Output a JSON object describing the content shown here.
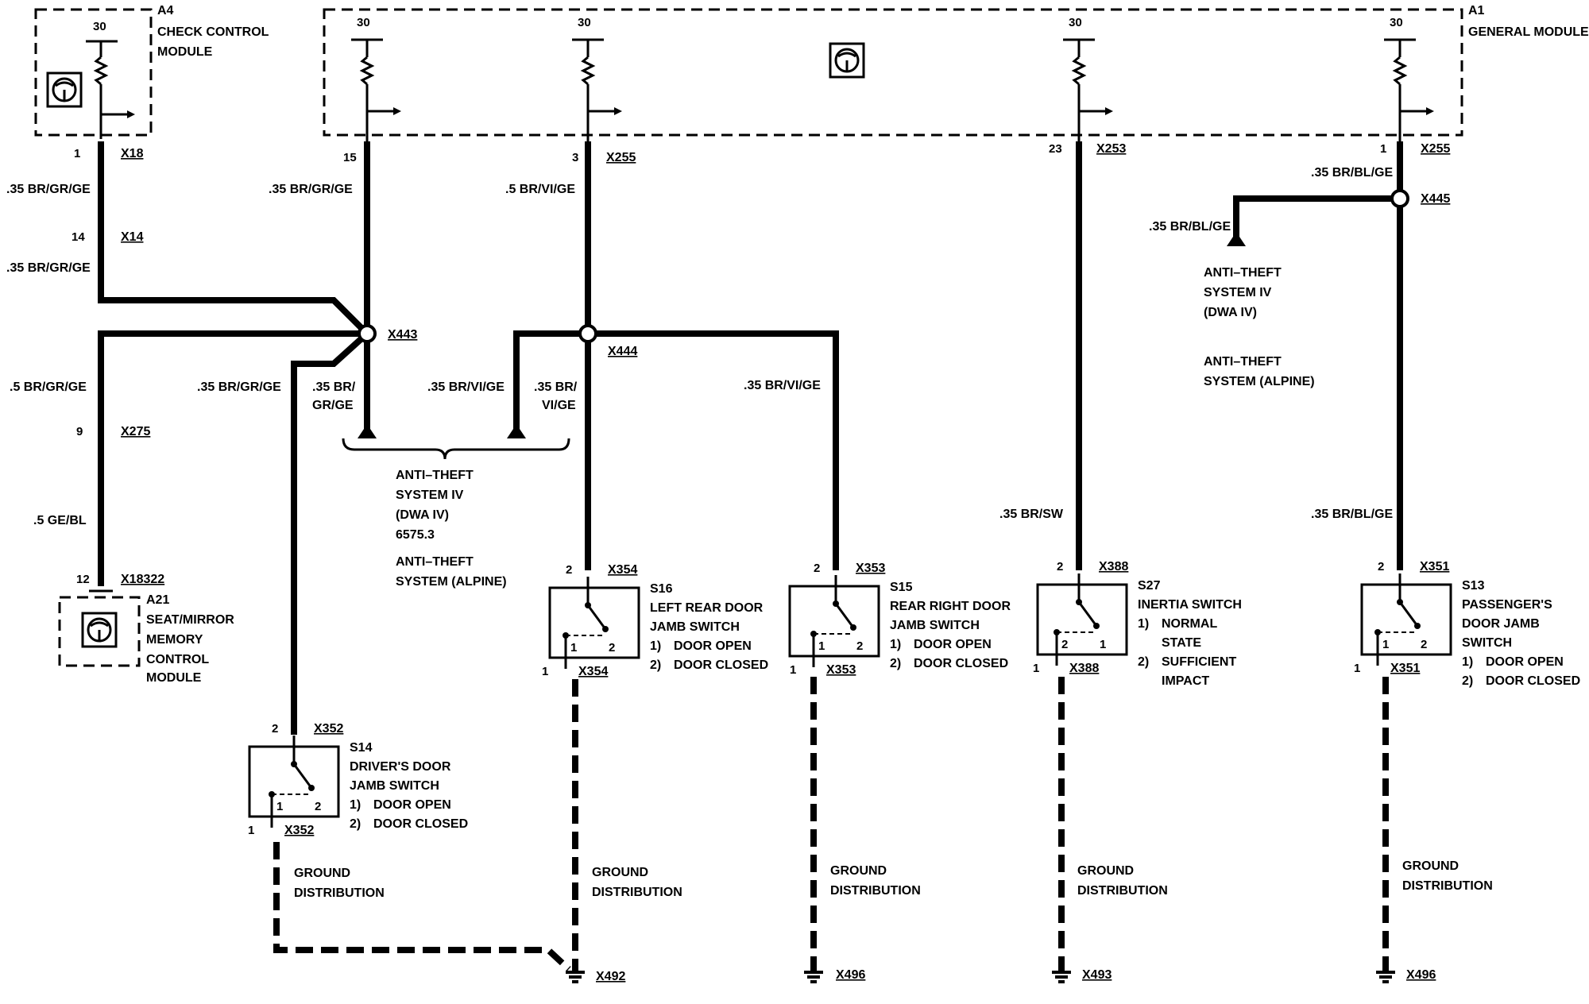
{
  "modules": {
    "a4": {
      "id": "A4",
      "name1": "CHECK CONTROL",
      "name2": "MODULE",
      "term": "30",
      "pin": "1",
      "conn": "X18"
    },
    "a1": {
      "id": "A1",
      "name": "GENERAL MODULE",
      "term": "30",
      "pins": [
        {
          "pin": "15",
          "conn": ""
        },
        {
          "pin": "3",
          "conn": "X255"
        },
        {
          "pin": "23",
          "conn": "X253"
        },
        {
          "pin": "1",
          "conn": "X255"
        }
      ]
    },
    "a21": {
      "id": "A21",
      "name1": "SEAT/MIRROR",
      "name2": "MEMORY",
      "name3": "CONTROL",
      "name4": "MODULE",
      "pin": "12",
      "conn": "X18322"
    }
  },
  "wires": {
    "w_a4_1": ".35 BR/GR/GE",
    "w_a4_2": ".35 BR/GR/GE",
    "w_a21_1": ".5 BR/GR/GE",
    "w_a21_2": ".5 GE/BL",
    "w_15": ".35 BR/GR/GE",
    "w_s14": ".35 BR/GR/GE",
    "w_tri1a": ".35 BR/",
    "w_tri1b": "GR/GE",
    "w_3": ".5 BR/VI/GE",
    "w_tri2": ".35 BR/VI/GE",
    "w_s16a": ".35 BR/",
    "w_s16b": "VI/GE",
    "w_s15": ".35 BR/VI/GE",
    "w_s27": ".35 BR/SW",
    "w_1a": ".35 BR/BL/GE",
    "w_1b": ".35 BR/BL/GE",
    "w_s13": ".35 BR/BL/GE"
  },
  "connectors": {
    "x14": {
      "pin": "14",
      "label": "X14"
    },
    "x275": {
      "pin": "9",
      "label": "X275"
    },
    "x443": "X443",
    "x444": "X444",
    "x445": "X445"
  },
  "notes": {
    "antitheft_left": [
      "ANTI–THEFT",
      "SYSTEM IV",
      "(DWA IV)",
      "6575.3",
      "ANTI–THEFT",
      "SYSTEM (ALPINE)"
    ],
    "antitheft_right": [
      "ANTI–THEFT",
      "SYSTEM IV",
      "(DWA IV)",
      "ANTI–THEFT",
      "SYSTEM (ALPINE)"
    ]
  },
  "switches": {
    "s14": {
      "id": "S14",
      "l1": "DRIVER'S DOOR",
      "l2": "JAMB SWITCH",
      "o1n": "1)",
      "o1": "DOOR OPEN",
      "o2n": "2)",
      "o2": "DOOR CLOSED",
      "pin_top": "2",
      "pin_bot": "1",
      "conn": "X352",
      "c1": "1",
      "c2": "2"
    },
    "s16": {
      "id": "S16",
      "l1": "LEFT REAR DOOR",
      "l2": "JAMB SWITCH",
      "o1n": "1)",
      "o1": "DOOR OPEN",
      "o2n": "2)",
      "o2": "DOOR CLOSED",
      "pin_top": "2",
      "pin_bot": "1",
      "conn": "X354",
      "c1": "1",
      "c2": "2"
    },
    "s15": {
      "id": "S15",
      "l1": "REAR RIGHT DOOR",
      "l2": "JAMB SWITCH",
      "o1n": "1)",
      "o1": "DOOR OPEN",
      "o2n": "2)",
      "o2": "DOOR CLOSED",
      "pin_top": "2",
      "pin_bot": "1",
      "conn": "X353",
      "c1": "1",
      "c2": "2"
    },
    "s27": {
      "id": "S27",
      "l1": "INERTIA SWITCH",
      "o1n": "1)",
      "o1a": "NORMAL",
      "o1b": "STATE",
      "o2n": "2)",
      "o2a": "SUFFICIENT",
      "o2b": "IMPACT",
      "pin_top": "2",
      "pin_bot": "1",
      "conn": "X388",
      "c1": "2",
      "c2": "1"
    },
    "s13": {
      "id": "S13",
      "l1": "PASSENGER'S",
      "l2": "DOOR JAMB",
      "l3": "SWITCH",
      "o1n": "1)",
      "o1": "DOOR OPEN",
      "o2n": "2)",
      "o2": "DOOR CLOSED",
      "pin_top": "2",
      "pin_bot": "1",
      "conn": "X351",
      "c1": "1",
      "c2": "2"
    }
  },
  "grounds": {
    "label1": "GROUND",
    "label2": "DISTRIBUTION",
    "g1": "X492",
    "g2": "X496",
    "g3": "X493",
    "g4": "X496"
  }
}
